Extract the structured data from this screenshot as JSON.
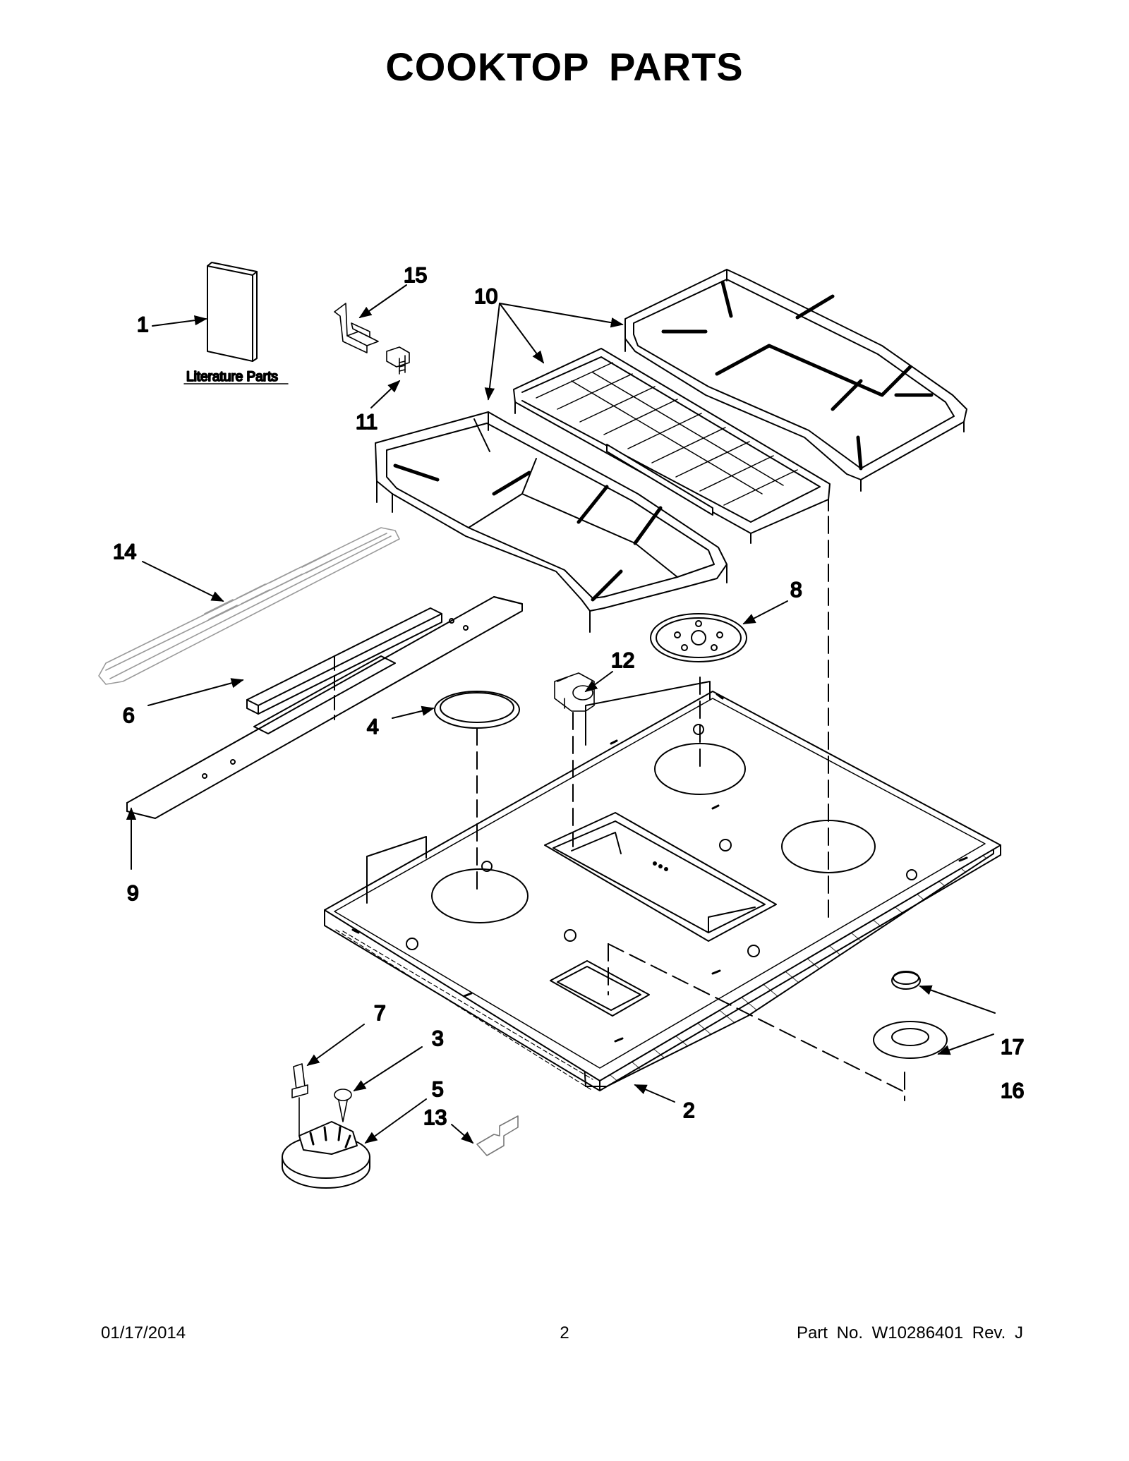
{
  "title": "COOKTOP PARTS",
  "literature_label": "Literature Parts",
  "callouts": {
    "c1": "1",
    "c2": "2",
    "c3": "3",
    "c4": "4",
    "c5": "5",
    "c6": "6",
    "c7": "7",
    "c8": "8",
    "c9": "9",
    "c10": "10",
    "c11": "11",
    "c12": "12",
    "c13": "13",
    "c14": "14",
    "c15": "15",
    "c16": "16",
    "c17": "17"
  },
  "footer": {
    "date": "01/17/2014",
    "page": "2",
    "part_no": "Part No.  W10286401  Rev.  J"
  }
}
